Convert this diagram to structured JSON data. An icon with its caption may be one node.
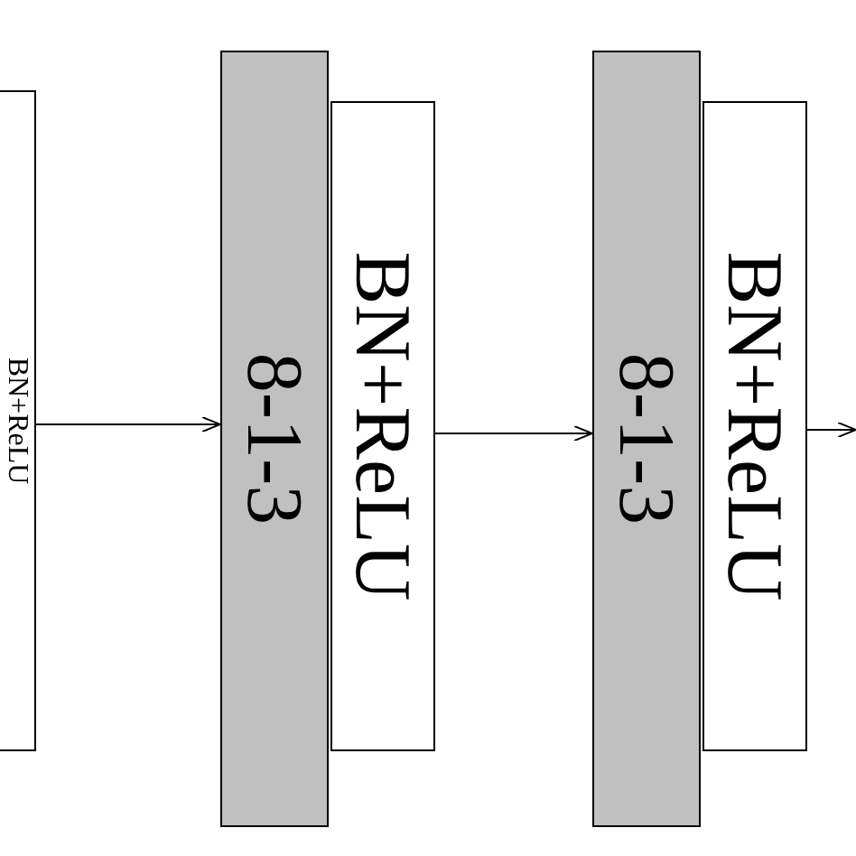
{
  "diagram": {
    "nodes": [
      {
        "text": [
          "BN+ReLU"
        ]
      },
      {
        "text": [
          "8-1-3"
        ]
      },
      {
        "text": [
          "BN+ReLU"
        ]
      },
      {
        "text": [
          "8-1-3"
        ]
      },
      {
        "text": [
          "BN+ReLU"
        ]
      }
    ],
    "edges": [
      {
        "from": 0,
        "to": 1,
        "arrow": "to"
      },
      {
        "from": 2,
        "to": 3,
        "arrow": "to"
      },
      {
        "from": 4,
        "to": null,
        "arrow": "to"
      }
    ]
  }
}
